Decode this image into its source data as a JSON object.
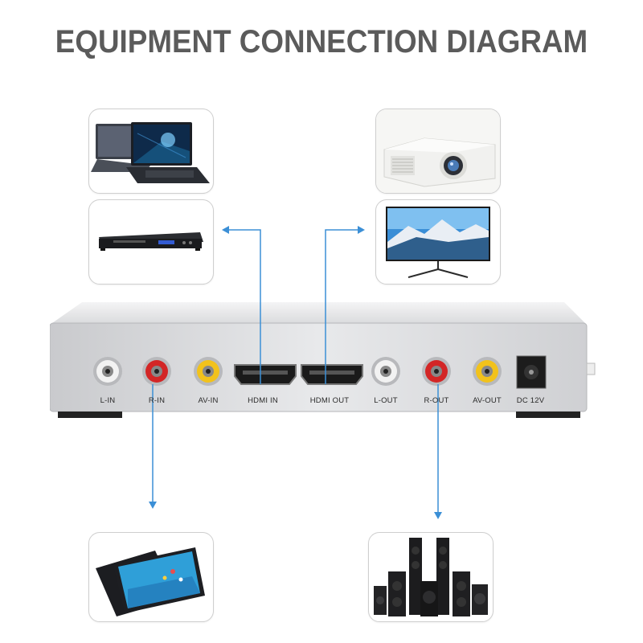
{
  "title": "EQUIPMENT CONNECTION DIAGRAM",
  "port_labels": [
    "L-IN",
    "R-IN",
    "AV-IN",
    "HDMI IN",
    "HDMI OUT",
    "L-OUT",
    "R-OUT",
    "AV-OUT",
    "DC 12V"
  ],
  "colors": {
    "title": "#5b5b5b",
    "arrow": "#3b8fd6",
    "panel": "#e3e4e6",
    "rca_white": "#f2f2f2",
    "rca_red": "#d32626",
    "rca_yellow": "#f2c21b"
  },
  "devices": [
    "laptop",
    "dvd-player",
    "projector",
    "monitor",
    "tablet",
    "speakers"
  ]
}
